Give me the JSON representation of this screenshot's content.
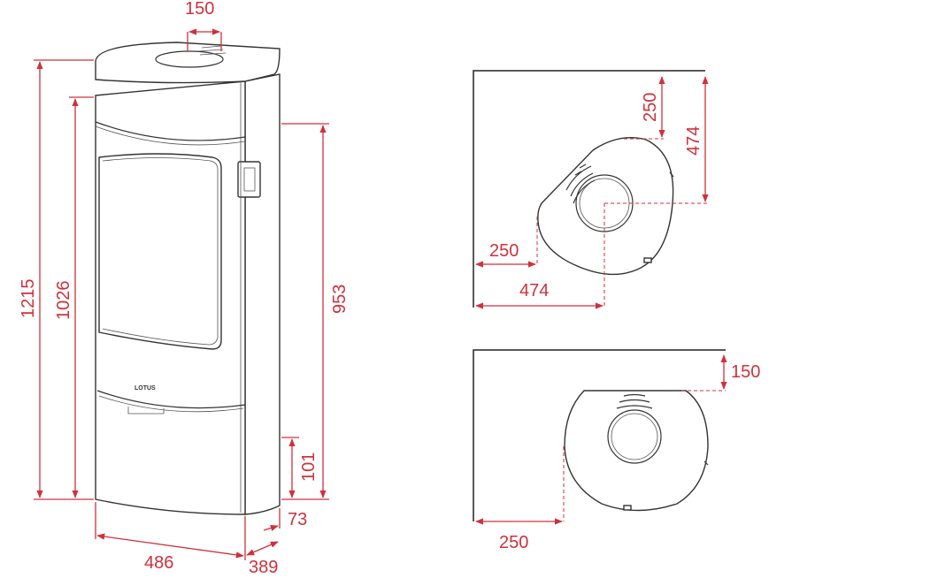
{
  "brand_text": "LOTUS",
  "accent_color": "#d0313c",
  "front_view": {
    "dims": {
      "flue_diameter": "150",
      "total_height": "1215",
      "door_height": "1026",
      "side_height": "953",
      "bottom_offset": "101",
      "side_depth": "73",
      "width": "486",
      "depth": "389"
    }
  },
  "corner_plan": {
    "dims": {
      "wall_to_stove": "250",
      "wall_to_flue_center_v": "474",
      "wall_to_stove_h": "250",
      "wall_to_flue_center_h": "474"
    }
  },
  "wall_plan": {
    "dims": {
      "back_clearance": "150",
      "side_clearance": "250"
    }
  }
}
